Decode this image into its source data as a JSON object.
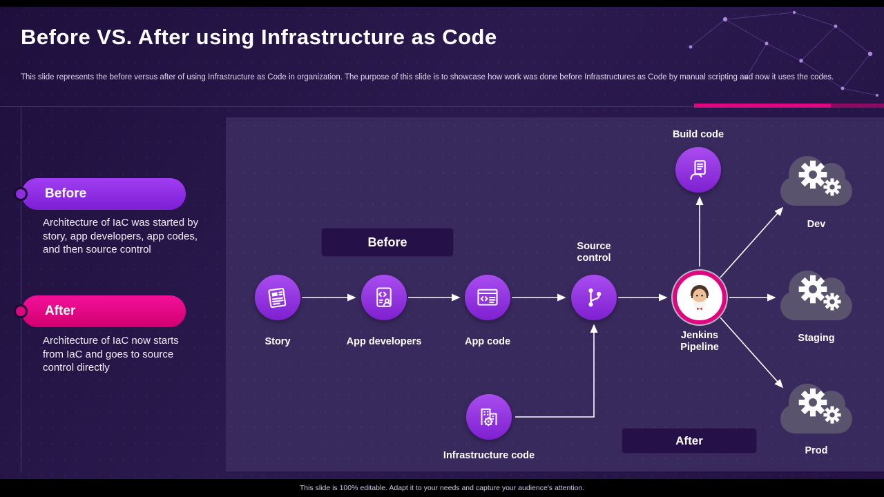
{
  "colors": {
    "accent_pink": "#e0067f",
    "accent_purple": "#8f2de0",
    "background": "#2a1a4e",
    "panel": "#392a5e",
    "badge": "#251048",
    "cloud": "#5a536e"
  },
  "header": {
    "title": "Before VS. After using Infrastructure as Code",
    "description": "This slide represents the before versus after of using Infrastructure as Code in organization. The purpose of this slide is to showcase how work was done before Infrastructures as Code by manual scripting and now it uses the codes."
  },
  "sidebar": {
    "before": {
      "label": "Before",
      "text": "Architecture of IaC was started by story, app developers, app codes, and then source control"
    },
    "after": {
      "label": "After",
      "text": "Architecture of IaC now starts from IaC and goes to source control directly"
    }
  },
  "diagram": {
    "before_badge": "Before",
    "after_badge": "After",
    "nodes": {
      "story": "Story",
      "app_developers": "App developers",
      "app_code": "App code",
      "source_control": "Source control",
      "build_code": "Build code",
      "jenkins": "Jenkins Pipeline",
      "infrastructure_code": "Infrastructure code"
    },
    "environments": {
      "dev": "Dev",
      "staging": "Staging",
      "prod": "Prod"
    }
  },
  "footer": "This slide is 100% editable. Adapt it to your needs and capture your audience's attention."
}
